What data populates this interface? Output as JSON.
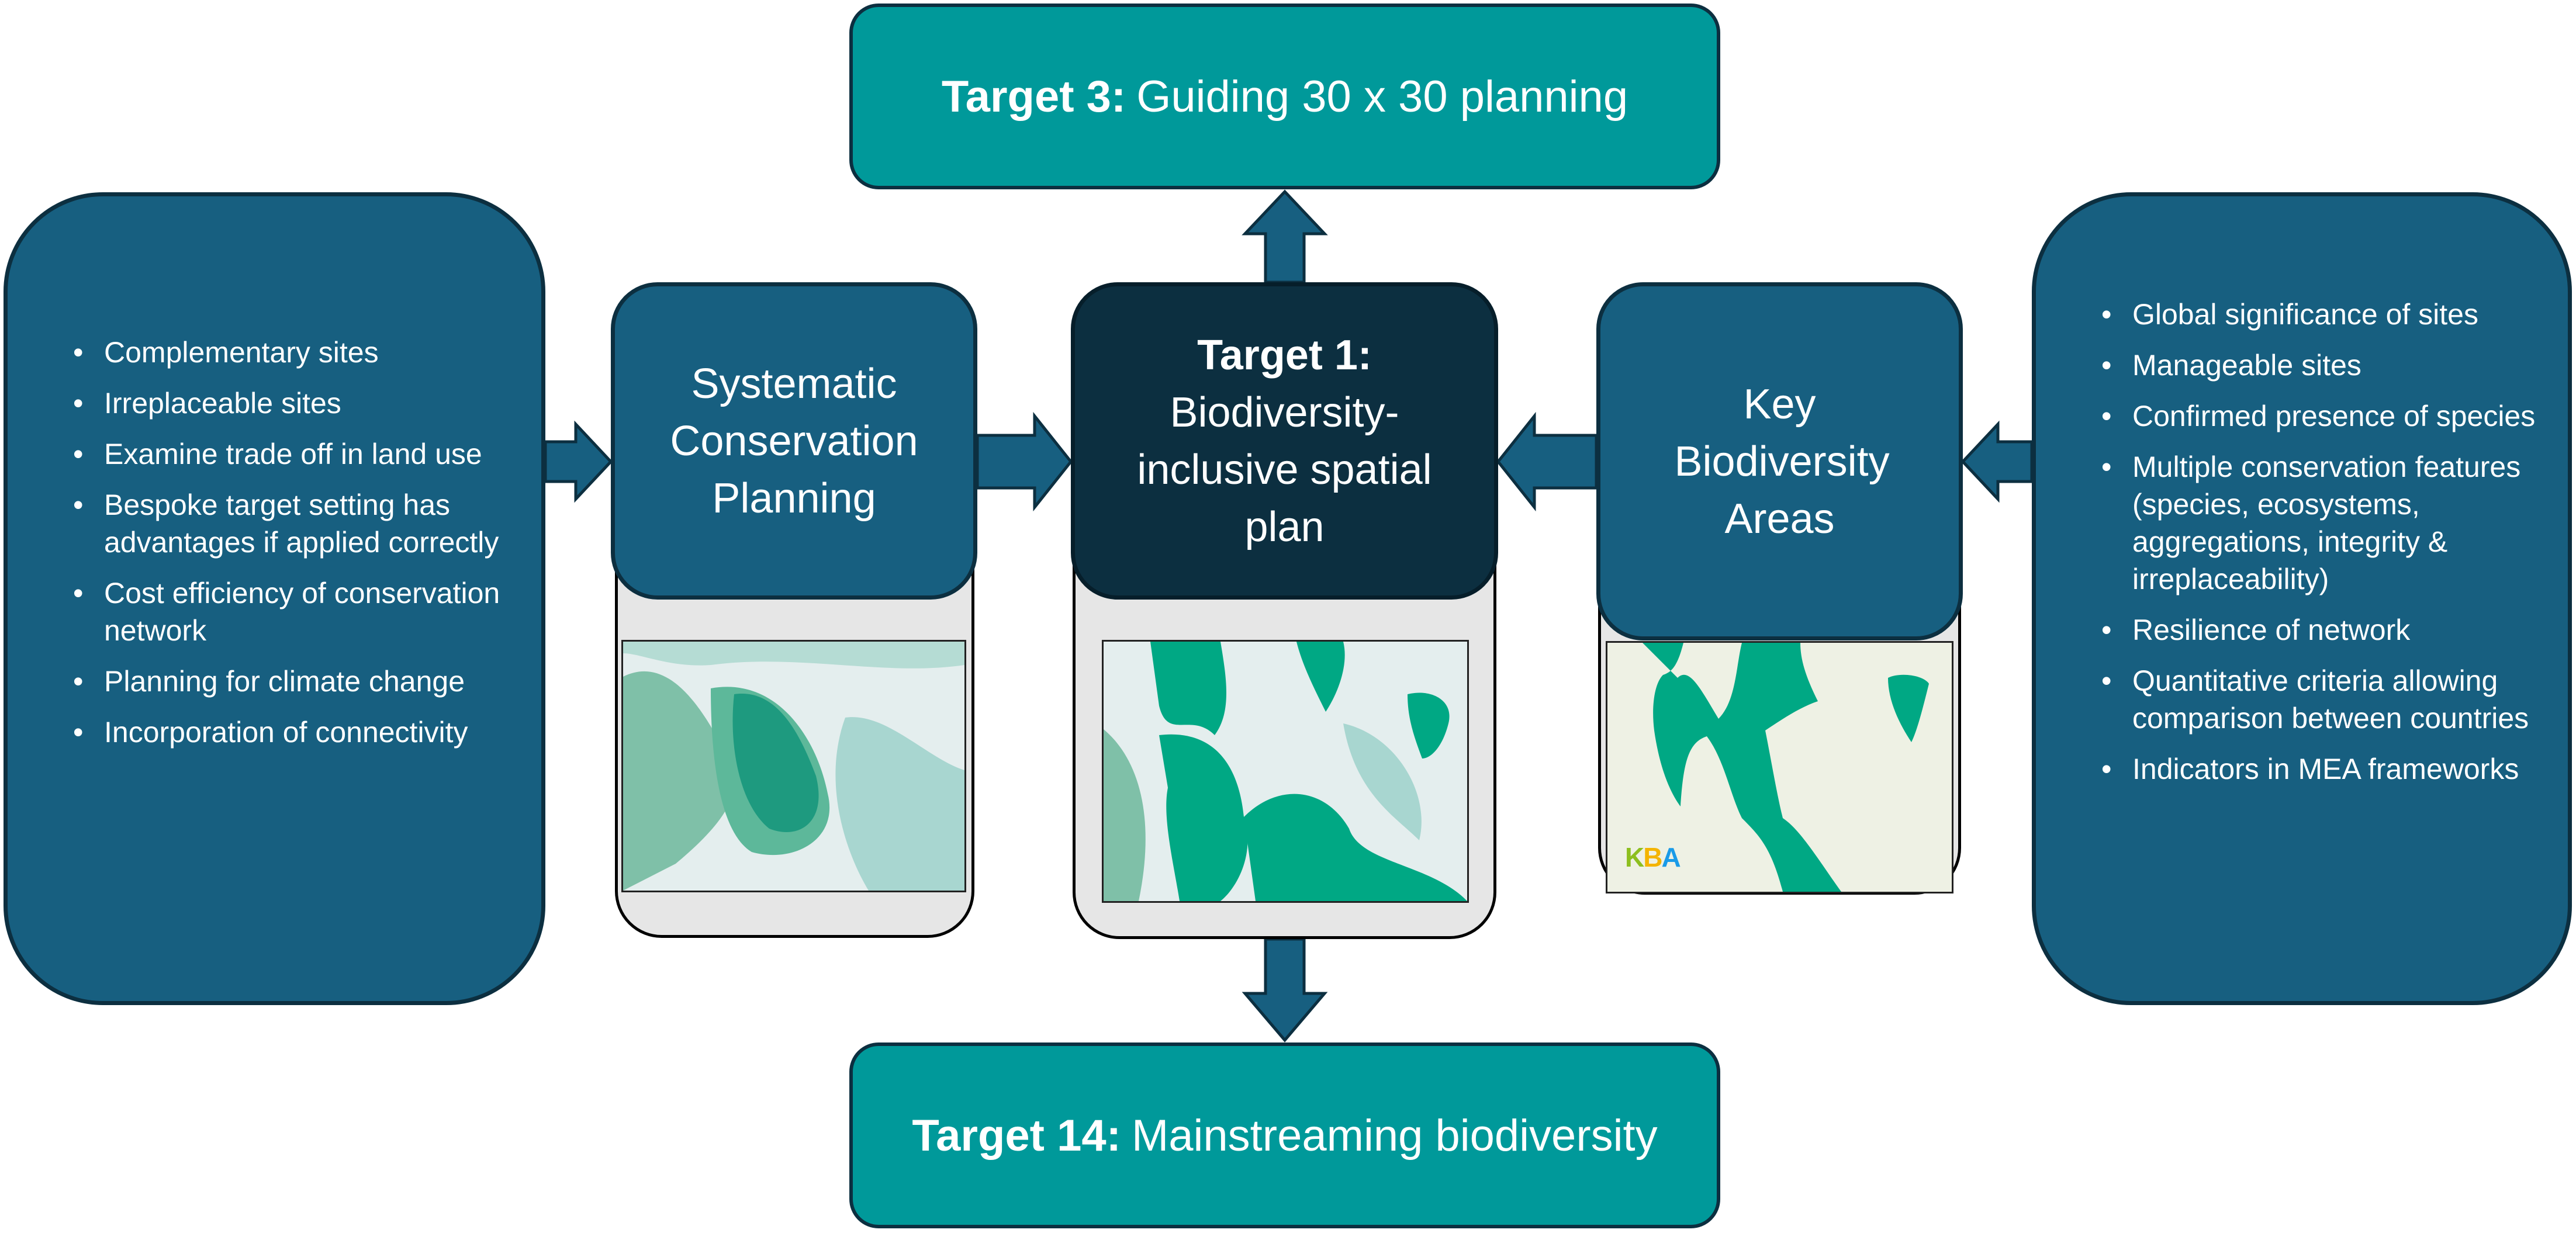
{
  "targets": {
    "top": {
      "bold": "Target 3:",
      "text": "Guiding 30 x 30 planning"
    },
    "bottom": {
      "bold": "Target 14:",
      "text": "Mainstreaming biodiversity"
    },
    "center": {
      "bold": "Target 1:",
      "text": "Biodiversity-inclusive spatial plan"
    }
  },
  "scp": {
    "title": "Systematic Conservation Planning",
    "bullets": [
      "Complementary sites",
      "Irreplaceable sites",
      "Examine trade off in land use",
      "Bespoke target setting has advantages if applied correctly",
      "Cost efficiency of conservation network",
      "Planning for climate change",
      "Incorporation of connectivity"
    ]
  },
  "kba": {
    "title": "Key Biodiversity Areas",
    "logo": "KBA",
    "bullets": [
      "Global significance of sites",
      "Manageable sites",
      "Confirmed presence of species",
      "Multiple conservation features (species, ecosystems, aggregations, integrity & irreplaceability)",
      "Resilience of network",
      "Quantitative criteria allowing comparison between countries",
      "Indicators in MEA frameworks"
    ]
  },
  "colors": {
    "teal": "#00999a",
    "blue": "#175f80",
    "navy": "#0c2f40",
    "green": "#00a884"
  }
}
